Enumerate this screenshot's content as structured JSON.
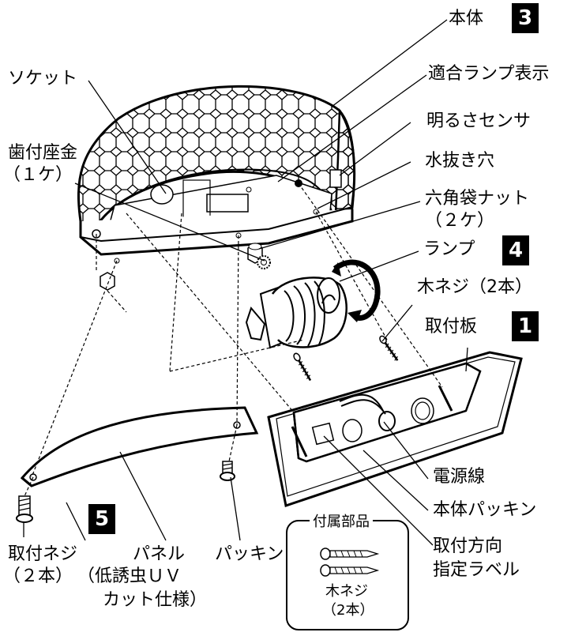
{
  "labels": {
    "body": "本体",
    "lamp_display": "適合ランプ表示",
    "light_sensor": "明るさセンサ",
    "drain_hole": "水抜き穴",
    "hex_nut": "六角袋ナット",
    "hex_nut_qty": "（２ケ）",
    "socket": "ソケット",
    "toothed_washer": "歯付座金",
    "toothed_washer_qty": "（１ケ）",
    "lamp": "ランプ",
    "wood_screw": "木ネジ（2本）",
    "mount_plate": "取付板",
    "power_cable": "電源線",
    "body_gasket": "本体パッキン",
    "direction_label_1": "取付方向",
    "direction_label_2": "指定ラベル",
    "mount_screw": "取付ネジ",
    "mount_screw_qty": "（２本）",
    "panel": "パネル",
    "panel_spec_1": "（低誘虫ＵＶ",
    "panel_spec_2": "カット仕様）",
    "gasket": "パッキン"
  },
  "steps": [
    "1",
    "3",
    "4",
    "5"
  ],
  "accessories": {
    "title": "付属部品",
    "item": "木ネジ",
    "qty": "（2本）"
  }
}
